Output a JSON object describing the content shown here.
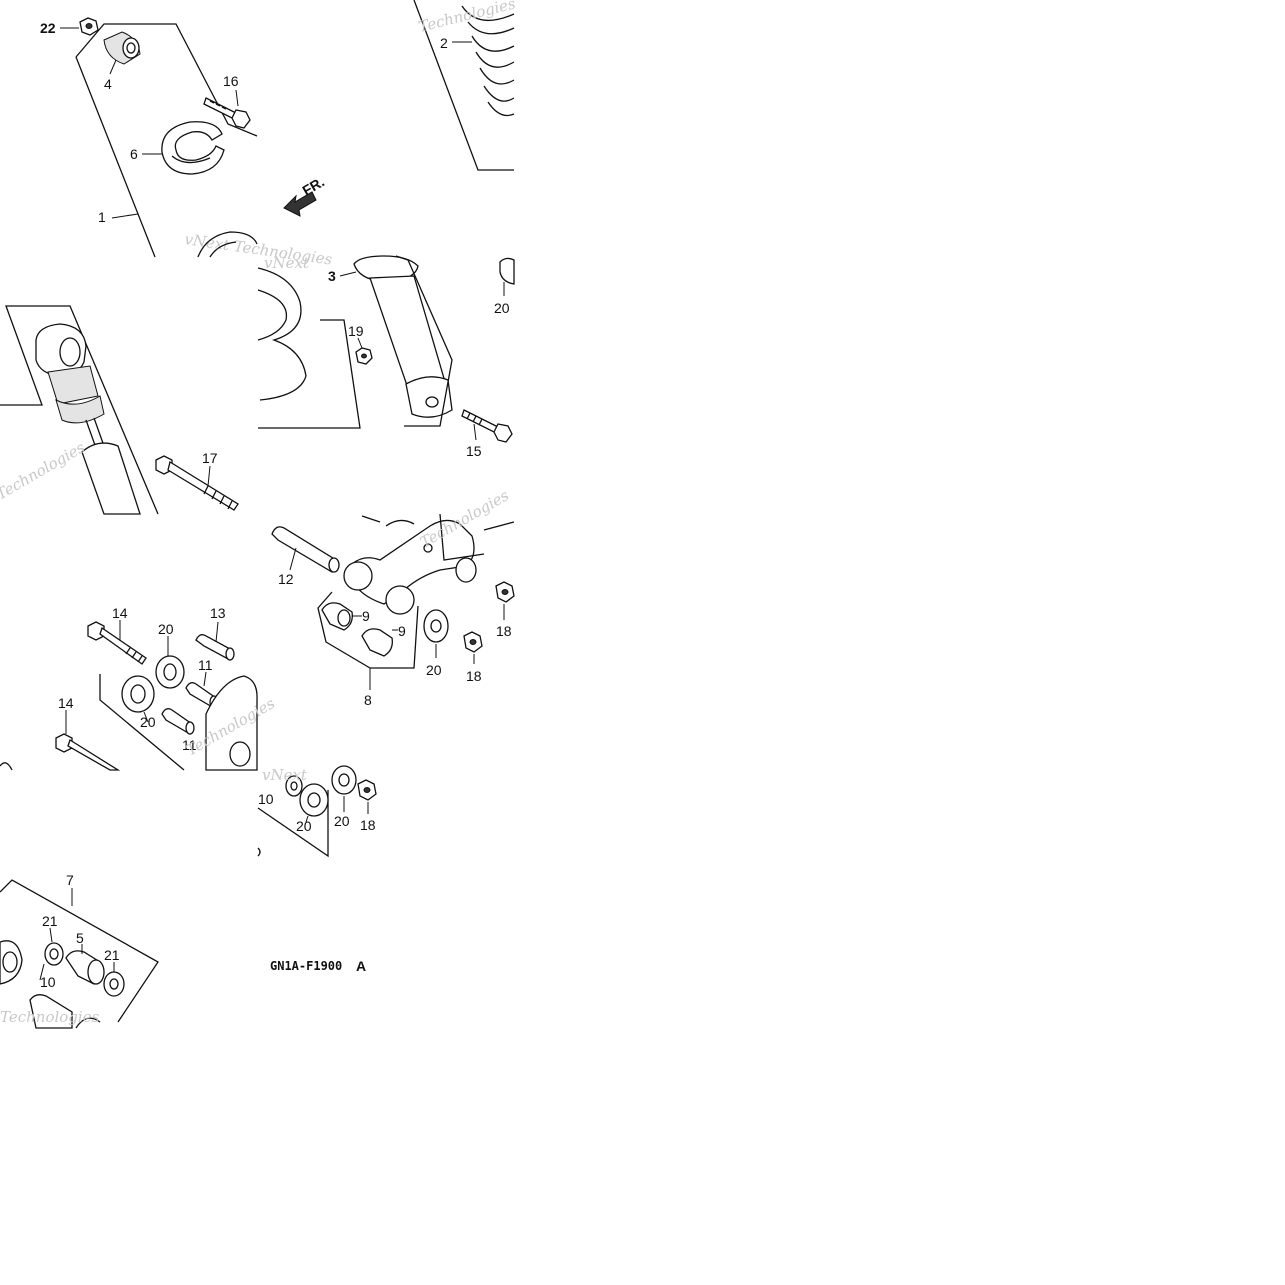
{
  "diagram": {
    "code": "GN1A-F1900",
    "code_suffix": "A",
    "direction_label": "FR.",
    "watermark_texts": [
      "vNext Technologies",
      "Technologies",
      "Technologies",
      "vNext",
      "Technologies"
    ],
    "callouts": {
      "c22": "22",
      "c4": "4",
      "c16": "16",
      "c6": "6",
      "c1": "1",
      "c2": "2",
      "c3": "3",
      "c20a": "20",
      "c19": "19",
      "c15": "15",
      "c17": "17",
      "c12": "12",
      "c9a": "9",
      "c9b": "9",
      "c18a": "18",
      "c18b": "18",
      "c20b": "20",
      "c8": "8",
      "c14a": "14",
      "c20c": "20",
      "c13": "13",
      "c11a": "11",
      "c20d": "20",
      "c11b": "11",
      "c14b": "14",
      "c10a": "10",
      "c20e": "20",
      "c20f": "20",
      "c18c": "18",
      "c7": "7",
      "c21a": "21",
      "c5": "5",
      "c21b": "21",
      "c10b": "10"
    }
  }
}
